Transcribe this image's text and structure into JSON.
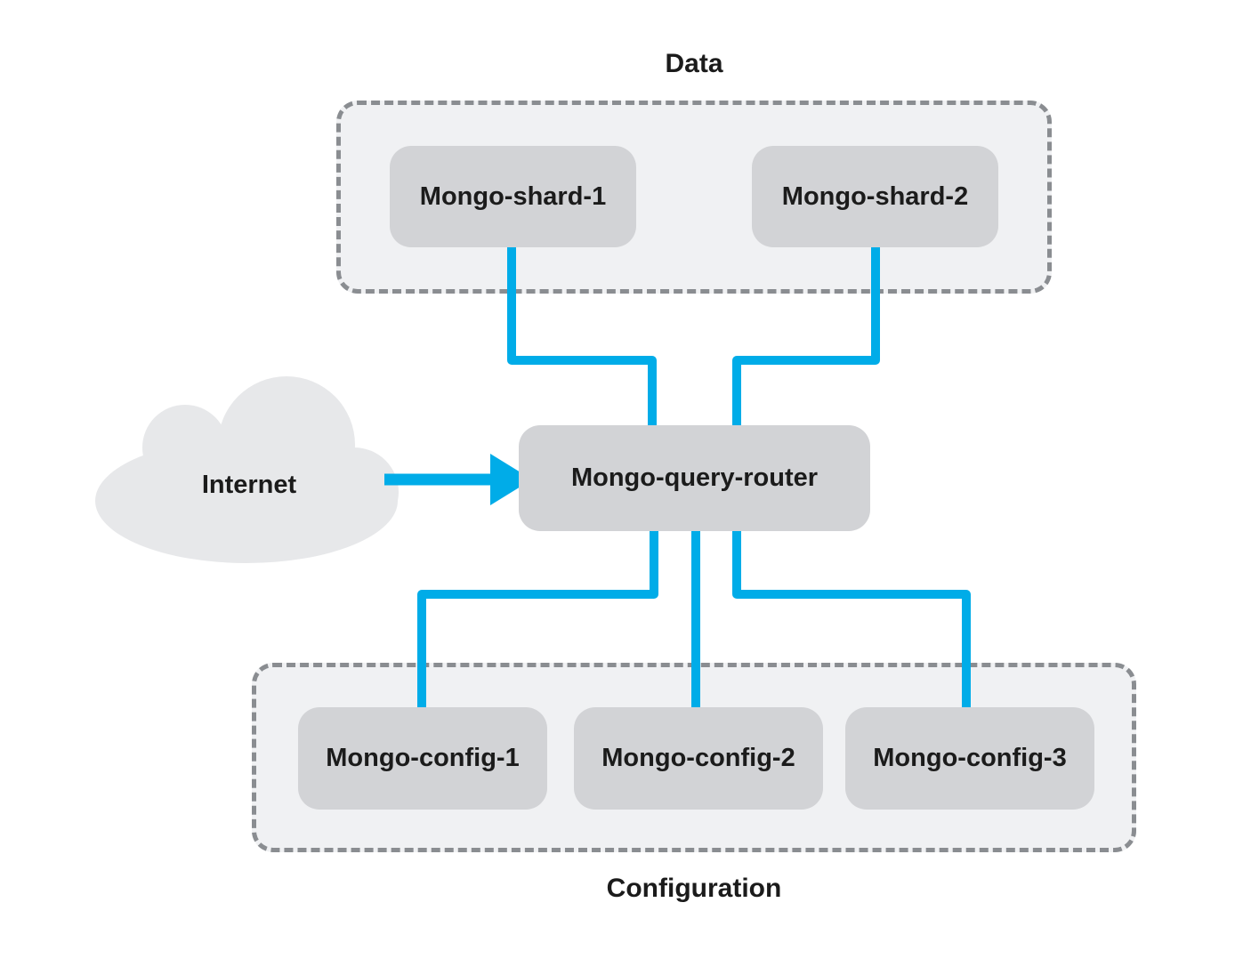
{
  "diagram": {
    "groups": {
      "data": {
        "label": "Data",
        "nodes": [
          {
            "label": "Mongo-shard-1"
          },
          {
            "label": "Mongo-shard-2"
          }
        ]
      },
      "configuration": {
        "label": "Configuration",
        "nodes": [
          {
            "label": "Mongo-config-1"
          },
          {
            "label": "Mongo-config-2"
          },
          {
            "label": "Mongo-config-3"
          }
        ]
      }
    },
    "router": {
      "label": "Mongo-query-router"
    },
    "internet": {
      "label": "Internet"
    },
    "colors": {
      "connector_blue": "#00ace8",
      "node_fill": "#d2d3d6",
      "group_fill": "#f0f1f3",
      "group_border": "#8a8d91",
      "cloud_fill": "#e7e8ea",
      "text": "#1b1b1b",
      "background": "#ffffff"
    }
  }
}
